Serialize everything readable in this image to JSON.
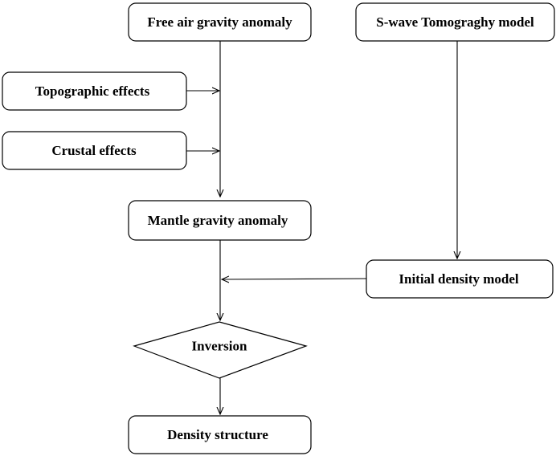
{
  "nodes": {
    "free_air": "Free air gravity anomaly",
    "swave": "S-wave Tomograghy model",
    "topographic": "Topographic effects",
    "crustal": "Crustal effects",
    "mantle": "Mantle gravity anomaly",
    "initial_density": "Initial density model",
    "inversion": "Inversion",
    "density_structure": "Density structure"
  },
  "colors": {
    "stroke": "#000000",
    "fill": "#ffffff",
    "text": "#000000"
  }
}
